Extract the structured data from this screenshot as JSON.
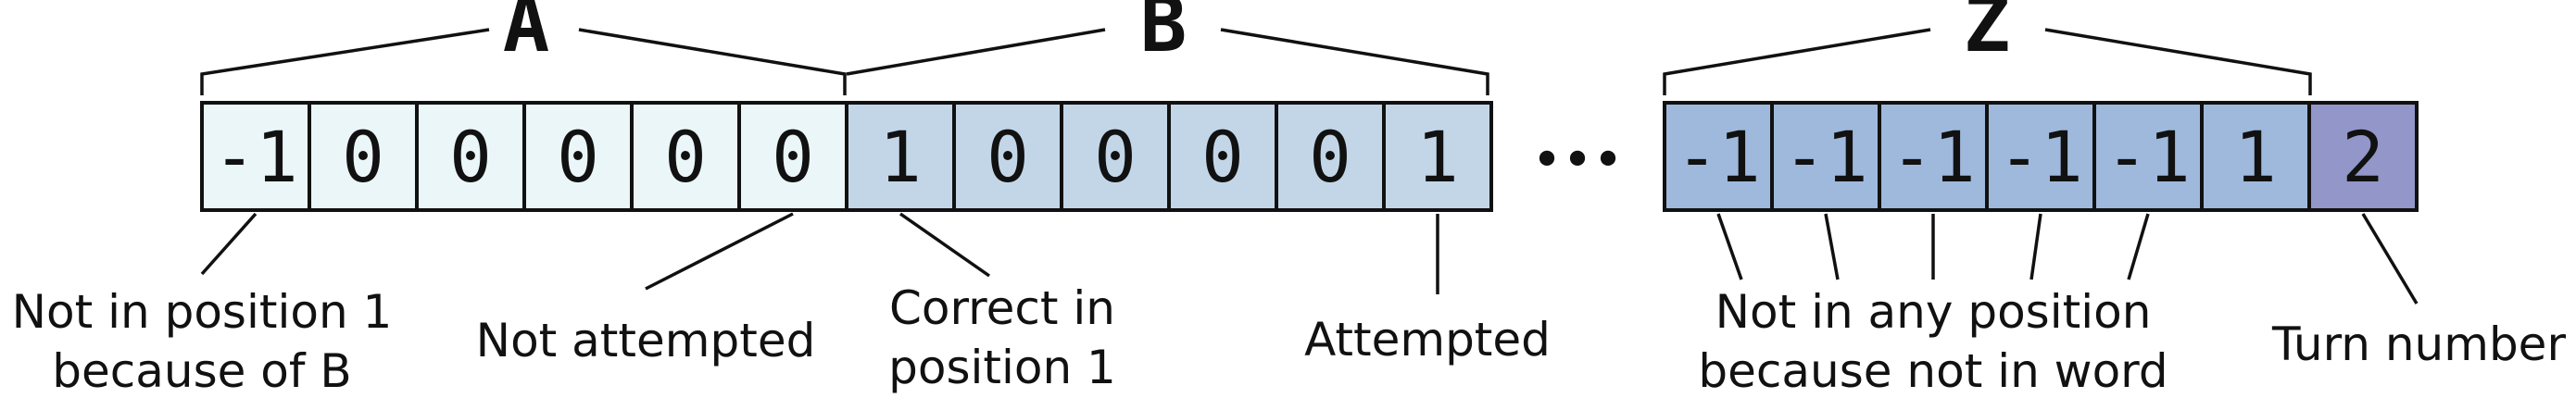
{
  "groups": {
    "a": {
      "label": "A",
      "cells": [
        "-1",
        "0",
        "0",
        "0",
        "0",
        "0"
      ],
      "color": "#eaf6f8"
    },
    "b": {
      "label": "B",
      "cells": [
        "1",
        "0",
        "0",
        "0",
        "0",
        "1"
      ],
      "color": "#c3d6e8"
    },
    "z": {
      "label": "Z",
      "cells": [
        "-1",
        "-1",
        "-1",
        "-1",
        "-1",
        "1"
      ],
      "color": "#9fb9dc"
    }
  },
  "turn": {
    "value": "2",
    "color": "#9296c9"
  },
  "ellipsis": "•••",
  "annotations": {
    "not_in_position_line1": "Not in position 1",
    "not_in_position_line2": "because of B",
    "not_attempted": "Not attempted",
    "correct_line1": "Correct in",
    "correct_line2": "position 1",
    "attempted": "Attempted",
    "not_in_word_line1": "Not in any position",
    "not_in_word_line2": "because not in word",
    "turn_number": "Turn number"
  }
}
